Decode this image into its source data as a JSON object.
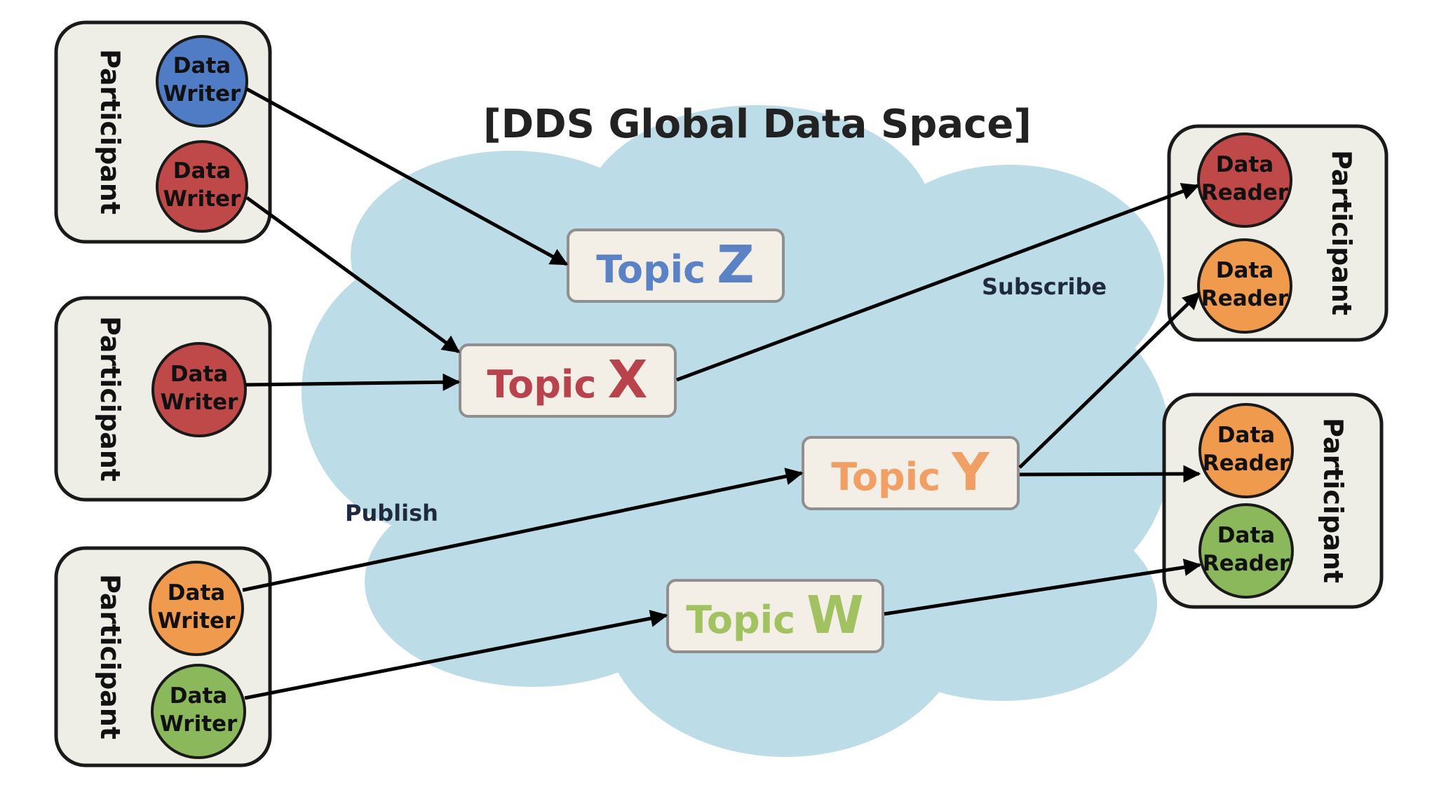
{
  "title": "[DDS Global Data Space]",
  "labels": {
    "publish": "Publish",
    "subscribe": "Subscribe"
  },
  "colors": {
    "cloud": "#bcdce8",
    "blue": "#4f7cc5",
    "red": "#bf4848",
    "orange": "#f09a4e",
    "green": "#8bb85a",
    "topic_z_text": "#5a82c4",
    "topic_x_text": "#b8434c",
    "topic_y_text": "#f0a065",
    "topic_w_text": "#a2c262"
  },
  "participants": {
    "left": [
      {
        "label": "Participant",
        "writers": [
          {
            "line1": "Data",
            "line2": "Writer",
            "color": "blue"
          },
          {
            "line1": "Data",
            "line2": "Writer",
            "color": "red"
          }
        ]
      },
      {
        "label": "Participant",
        "writers": [
          {
            "line1": "Data",
            "line2": "Writer",
            "color": "red"
          }
        ]
      },
      {
        "label": "Participant",
        "writers": [
          {
            "line1": "Data",
            "line2": "Writer",
            "color": "orange"
          },
          {
            "line1": "Data",
            "line2": "Writer",
            "color": "green"
          }
        ]
      }
    ],
    "right": [
      {
        "label": "Participant",
        "readers": [
          {
            "line1": "Data",
            "line2": "Reader",
            "color": "red"
          },
          {
            "line1": "Data",
            "line2": "Reader",
            "color": "orange"
          }
        ]
      },
      {
        "label": "Participant",
        "readers": [
          {
            "line1": "Data",
            "line2": "Reader",
            "color": "orange"
          },
          {
            "line1": "Data",
            "line2": "Reader",
            "color": "green"
          }
        ]
      }
    ]
  },
  "topics": {
    "z": {
      "word": "Topic",
      "letter": "Z"
    },
    "x": {
      "word": "Topic",
      "letter": "X"
    },
    "y": {
      "word": "Topic",
      "letter": "Y"
    },
    "w": {
      "word": "Topic",
      "letter": "W"
    }
  },
  "edges": [
    {
      "from": "writer-blue-1",
      "to": "topic-z"
    },
    {
      "from": "writer-red-1",
      "to": "topic-x"
    },
    {
      "from": "writer-red-2",
      "to": "topic-x"
    },
    {
      "from": "topic-x",
      "to": "reader-red-1"
    },
    {
      "from": "writer-orange-1",
      "to": "topic-y"
    },
    {
      "from": "topic-y",
      "to": "reader-orange-1"
    },
    {
      "from": "topic-y",
      "to": "reader-orange-2"
    },
    {
      "from": "writer-green-1",
      "to": "topic-w"
    },
    {
      "from": "topic-w",
      "to": "reader-green-1"
    }
  ]
}
